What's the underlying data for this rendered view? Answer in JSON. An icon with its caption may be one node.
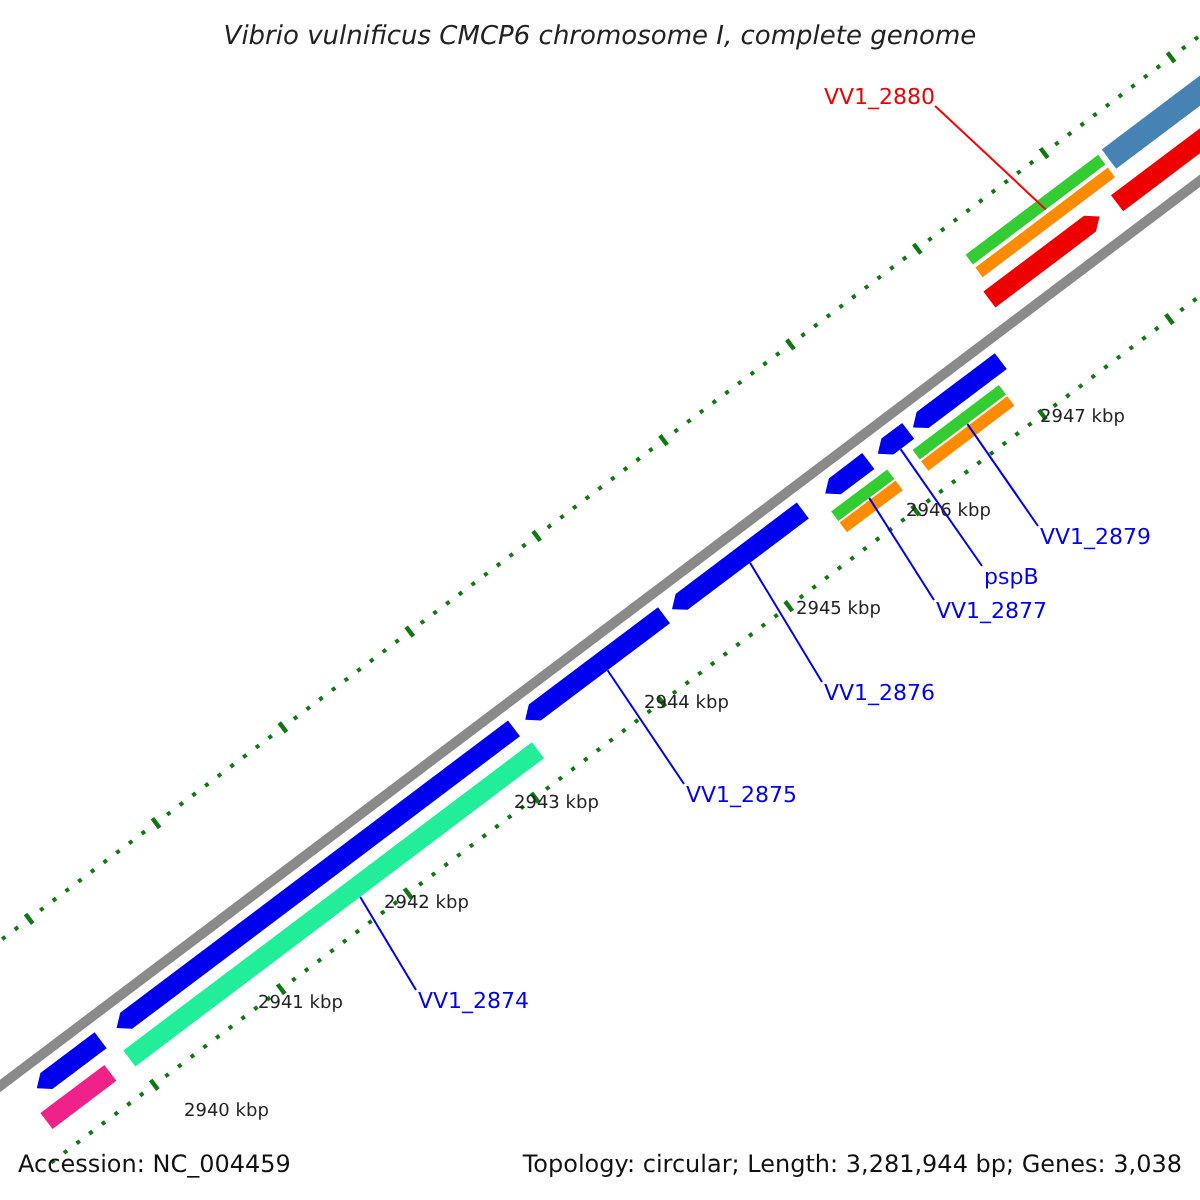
{
  "diagram": {
    "title": "Vibrio vulnificus CMCP6 chromosome I, complete genome",
    "nodes": [
      {
        "text": [
          "VV1_2880"
        ]
      },
      {
        "text": [
          "VV1_2879"
        ]
      },
      {
        "text": [
          "pspB"
        ]
      },
      {
        "text": [
          "VV1_2877"
        ]
      },
      {
        "text": [
          "VV1_2876"
        ]
      },
      {
        "text": [
          "VV1_2875"
        ]
      },
      {
        "text": [
          "VV1_2874"
        ]
      },
      {
        "text": [],
        "shape": "bar"
      },
      {
        "text": [],
        "shape": "bar"
      },
      {
        "text": [],
        "shape": "bar"
      },
      {
        "text": [],
        "shape": "bar"
      },
      {
        "text": [],
        "shape": "bar"
      },
      {
        "text": [],
        "shape": "bar"
      },
      {
        "text": [],
        "shape": "bar"
      }
    ],
    "edges": [
      {
        "from": 6,
        "to": 7,
        "arrow": "none"
      },
      {
        "from": 5,
        "to": 8,
        "arrow": "none"
      },
      {
        "from": 4,
        "to": 9,
        "arrow": "none"
      },
      {
        "from": 3,
        "to": 10,
        "arrow": "none"
      },
      {
        "from": 2,
        "to": 11,
        "arrow": "none"
      },
      {
        "from": 1,
        "to": 12,
        "arrow": "none"
      },
      {
        "from": 0,
        "to": 13,
        "arrow": "none",
        "color": "#ff0000"
      }
    ],
    "labels": [
      "2940 kbp",
      "2941 kbp",
      "2942 kbp",
      "2943 kbp",
      "2944 kbp",
      "2945 kbp",
      "2946 kbp",
      "2947 kbp",
      "Accession: NC_004459",
      "Topology: circular; Length: 3,281,944 bp; Genes: 3,038"
    ]
  }
}
